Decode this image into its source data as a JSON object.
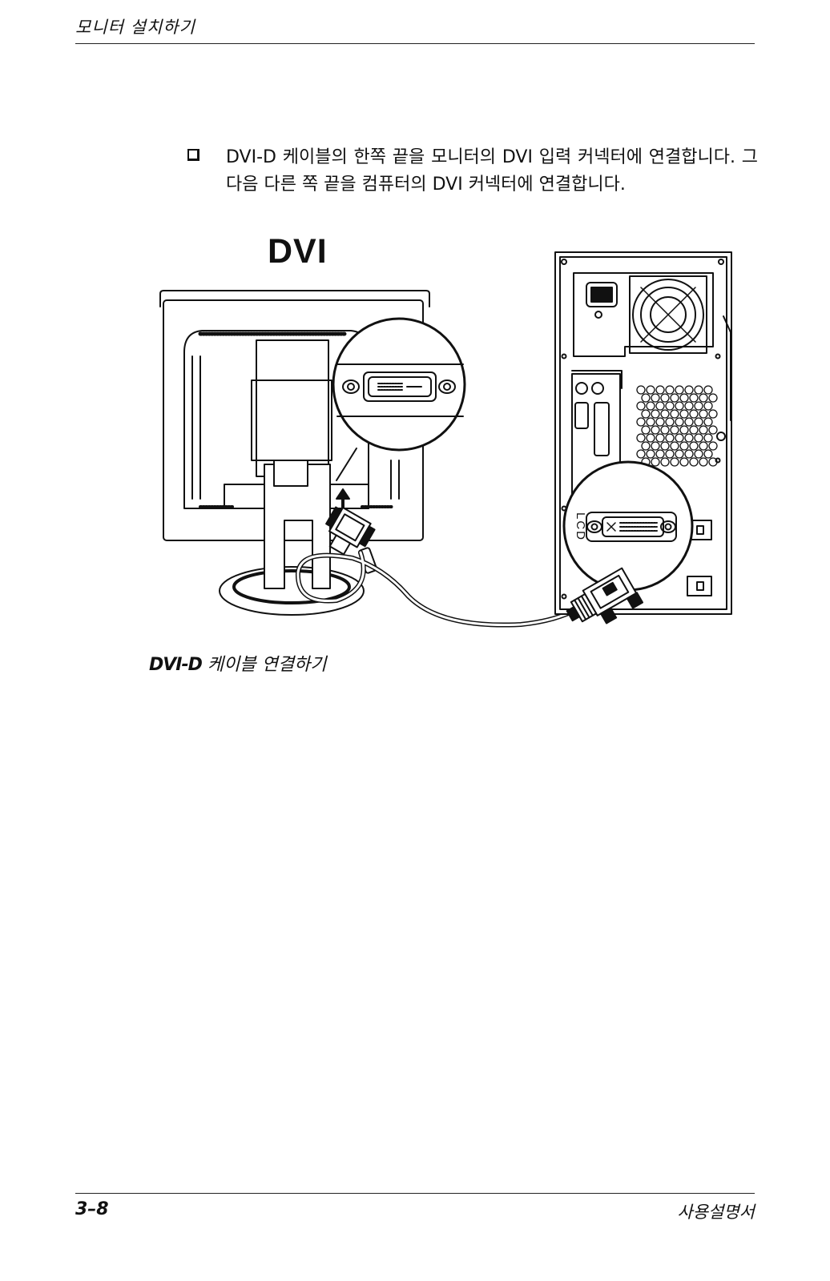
{
  "header": {
    "title": "모니터 설치하기"
  },
  "instruction": {
    "text": "DVI-D 케이블의 한쪽 끝을 모니터의 DVI 입력 커넥터에 연결합니다. 그 다음 다른 쪽 끝을 컴퓨터의 DVI 커넥터에 연결합니다."
  },
  "figure": {
    "heading": "DVI",
    "port_label": "LCD",
    "caption_prefix": "DVI-D",
    "caption_text": " 케이블 연결하기"
  },
  "footer": {
    "page_number": "3–8",
    "doc_title": "사용설명서"
  }
}
